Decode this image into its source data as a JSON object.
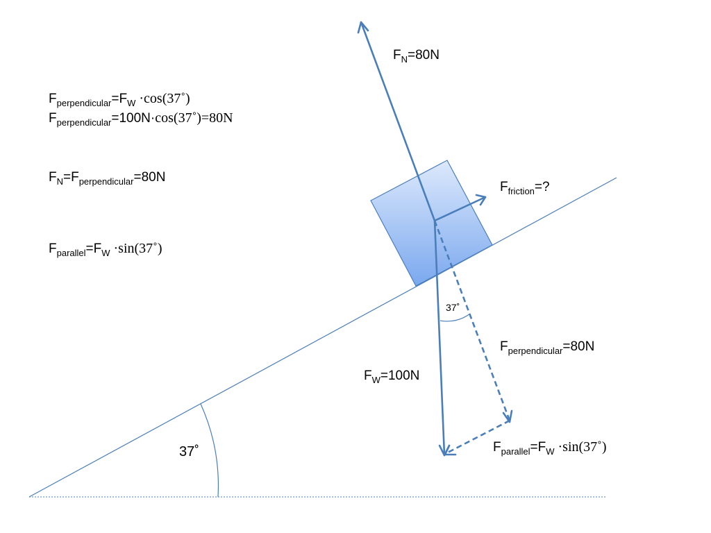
{
  "equations": {
    "eq1": {
      "f": "F",
      "sub": "perpendicular",
      "mid": "=F",
      "sub2": "W",
      "trig": " ·cos(37˚)"
    },
    "eq2": {
      "f": "F",
      "sub": "perpendicular",
      "mid": "=100N·",
      "trig": "cos(37˚)=80N"
    },
    "eq3": {
      "f": "F",
      "sub": "N",
      "mid": "=F",
      "sub2": "perpendicular",
      "end": "=80N"
    },
    "eq4": {
      "f": "F",
      "sub": "parallel",
      "mid": "=F",
      "sub2": "W",
      "trig": " ·sin(37˚)"
    }
  },
  "labels": {
    "normal": {
      "f": "F",
      "sub": "N",
      "end": "=80N"
    },
    "friction": {
      "f": "F",
      "sub": "friction",
      "end": "=?"
    },
    "weight": {
      "f": "F",
      "sub": "W",
      "end": "=100N"
    },
    "perpendicular": {
      "f": "F",
      "sub": "perpendicular",
      "end": "=80N"
    },
    "parallel": {
      "f": "F",
      "sub": "parallel",
      "mid": "=F",
      "sub2": "W",
      "trig": " ·sin(37˚)"
    },
    "incline_angle": "37˚",
    "inner_angle": "37˚"
  },
  "colors": {
    "arrow": "#4a7ebb",
    "incline": "#4a7ebb",
    "block_top": "#dde9fc",
    "block_bottom": "#7aa8ee",
    "block_border": "#4a7ebb"
  }
}
